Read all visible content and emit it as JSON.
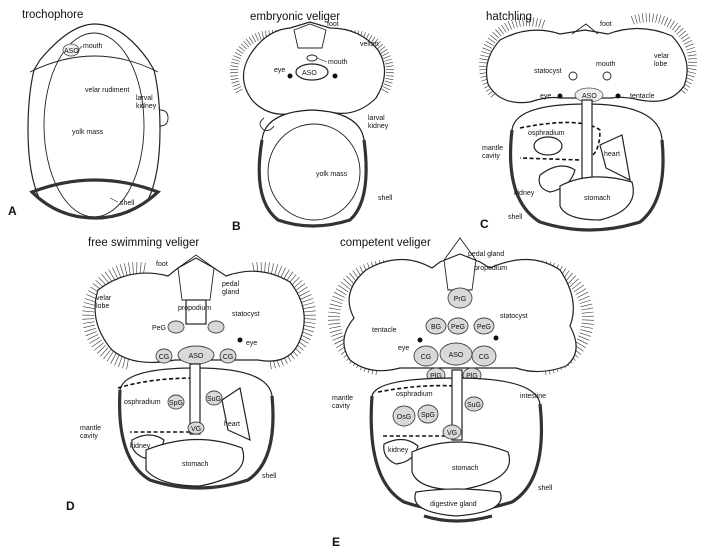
{
  "figure": {
    "panelA": {
      "letter": "A",
      "title": "trochophore",
      "labels": {
        "aso": "ASO",
        "mouth": "mouth",
        "velar_rudiment": "velar rudiment",
        "larval_kidney": "larval\nkidney",
        "yolk_mass": "yolk mass",
        "shell": "shell"
      }
    },
    "panelB": {
      "letter": "B",
      "title": "embryonic veliger",
      "labels": {
        "foot": "foot",
        "velum": "velum",
        "eye": "eye",
        "aso": "ASO",
        "mouth": "mouth",
        "larval_kidney": "larval\nkidney",
        "yolk_mass": "yolk mass",
        "shell": "shell"
      }
    },
    "panelC": {
      "letter": "C",
      "title": "hatchling",
      "labels": {
        "foot": "foot",
        "velar_lobe": "velar\nlobe",
        "statocyst": "statocyst",
        "mouth": "mouth",
        "eye": "eye",
        "aso": "ASO",
        "tentacle": "tentacle",
        "osphradium": "osphradium",
        "mantle_cavity": "mantle\ncavity",
        "heart": "heart",
        "kidney": "kidney",
        "stomach": "stomach",
        "shell": "shell"
      }
    },
    "panelD": {
      "letter": "D",
      "title": "free swimming veliger",
      "labels": {
        "foot": "foot",
        "pedal_gland": "pedal\ngland",
        "propodium": "propodium",
        "velar_lobe": "velar\nlobe",
        "peg": "PeG",
        "statocyst": "statocyst",
        "cg_left": "CG",
        "aso": "ASO",
        "cg_right": "CG",
        "eye": "eye",
        "osphradium": "osphradium",
        "spg": "SpG",
        "sug": "SuG",
        "mantle_cavity": "mantle\ncavity",
        "vg": "VG",
        "heart": "heart",
        "kidney": "kidney",
        "stomach": "stomach",
        "shell": "shell"
      }
    },
    "panelE": {
      "letter": "E",
      "title": "competent veliger",
      "labels": {
        "pedal_gland": "pedal gland",
        "propodium": "propodium",
        "prg": "PrG",
        "tentacle": "tentacle",
        "bg": "BG",
        "peg_left": "PeG",
        "peg_right": "PeG",
        "statocyst": "statocyst",
        "eye": "eye",
        "cg_left": "CG",
        "aso": "ASO",
        "cg_right": "CG",
        "plg_left": "PlG",
        "plg_right": "PlG",
        "osphradium": "osphradium",
        "sug": "SuG",
        "intestine": "intestine",
        "mantle_cavity": "mantle\ncavity",
        "osg": "OsG",
        "spg": "SpG",
        "vg": "VG",
        "kidney": "kidney",
        "stomach": "stomach",
        "shell": "shell",
        "digestive_gland": "digestive gland"
      }
    }
  }
}
